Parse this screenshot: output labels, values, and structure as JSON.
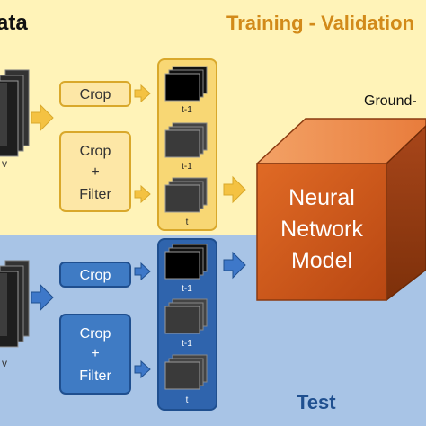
{
  "title_left": "ata",
  "title_training": "Training - Validation",
  "label_ground": "Ground-",
  "label_test": "Test",
  "training": {
    "crop_label": "Crop",
    "crop_filter_label": [
      "Crop",
      "+",
      "Filter"
    ],
    "frame_labels": [
      "t-1",
      "t-1",
      "t"
    ]
  },
  "test": {
    "crop_label": "Crop",
    "crop_filter_label": [
      "Crop",
      "+",
      "Filter"
    ],
    "frame_labels": [
      "t-1",
      "t-1",
      "t"
    ]
  },
  "model_label": [
    "Neural",
    "Network",
    "Model"
  ],
  "colors": {
    "training_bg": "#fff3b8",
    "training_box": "#fde7a6",
    "training_border": "#d9a82b",
    "training_arrow": "#f4c242",
    "test_bg": "#a8c4e6",
    "test_box": "#3f7bc4",
    "test_border": "#1f4f8f",
    "test_arrow": "#3e78c9",
    "cube_front": "#d9581a",
    "cube_top": "#f19b5f",
    "cube_side": "#9a3d0e",
    "title_orange": "#d28a1a",
    "test_text": "#1f4f8f"
  }
}
